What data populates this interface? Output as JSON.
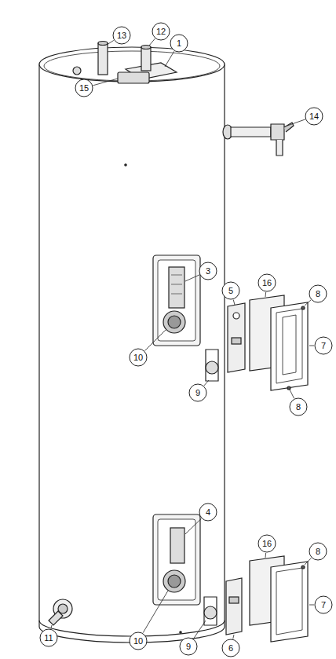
{
  "diagram": {
    "labels": [
      "13",
      "12",
      "1",
      "15",
      "14",
      "3",
      "16",
      "8",
      "5",
      "7",
      "10",
      "9",
      "8",
      "4",
      "16",
      "8",
      "7",
      "11",
      "10",
      "9",
      "6"
    ]
  }
}
